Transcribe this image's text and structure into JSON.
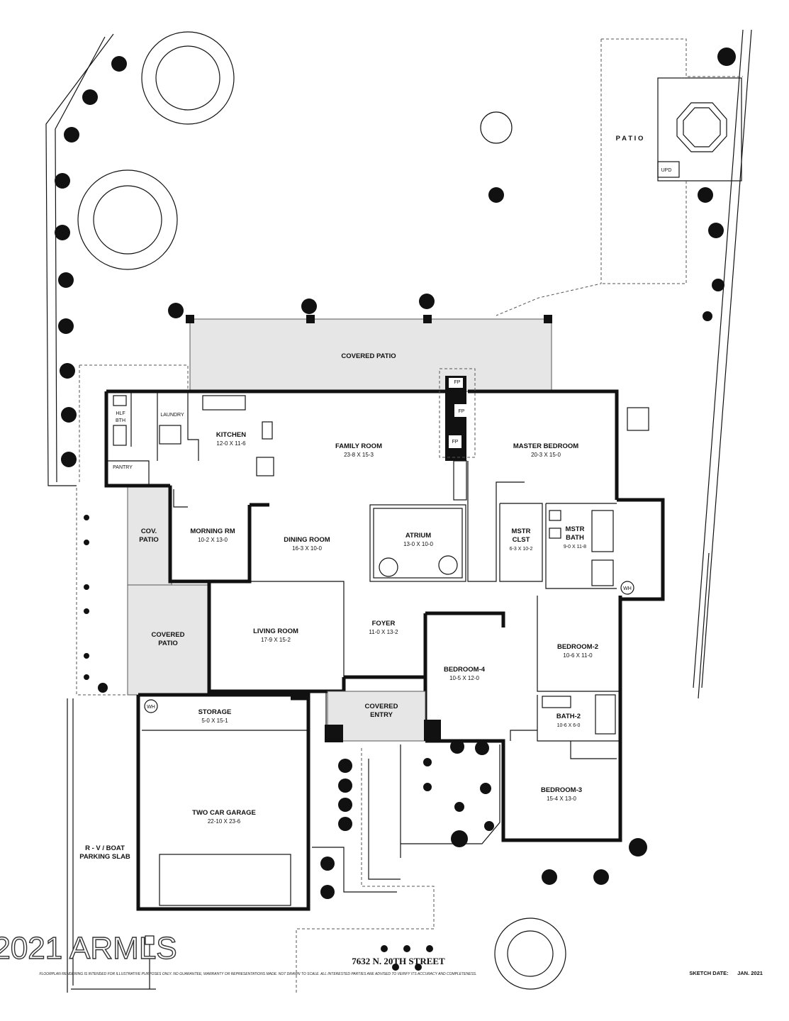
{
  "plan": {
    "rooms": {
      "covered_patio_top": {
        "name": "COVERED PATIO"
      },
      "patio": {
        "name": "P A T I O"
      },
      "upd": {
        "name": "UPD"
      },
      "family_room": {
        "name": "FAMILY ROOM",
        "dim": "23-8  X  15-3"
      },
      "kitchen": {
        "name": "KITCHEN",
        "dim": "12-0 X 11-6"
      },
      "master_bedroom": {
        "name": "MASTER BEDROOM",
        "dim": "20-3  X  15-0"
      },
      "hlf_bth": {
        "name": "HLF",
        "name2": "BTH"
      },
      "laundry": {
        "name": "LAUNDRY"
      },
      "pantry": {
        "name": "PANTRY"
      },
      "morning_rm": {
        "name": "MORNING RM",
        "dim": "10-2  X  13-0"
      },
      "dining_room": {
        "name": "DINING ROOM",
        "dim": "16-3  X  10-0"
      },
      "atrium": {
        "name": "ATRIUM",
        "dim": "13-0 X 10-0"
      },
      "mstr_clst": {
        "name": "MSTR",
        "name2": "CLST",
        "dim": "6-3 X 10-2"
      },
      "mstr_bath": {
        "name": "MSTR",
        "name2": "BATH",
        "dim": "9-0 X 11-8"
      },
      "cov_patio": {
        "name": "COV.",
        "name2": "PATIO"
      },
      "covered_patio_side": {
        "name": "COVERED",
        "name2": "PATIO"
      },
      "living_room": {
        "name": "LIVING ROOM",
        "dim": "17-9  X  15-2"
      },
      "foyer": {
        "name": "FOYER",
        "dim": "11-0 X 13-2"
      },
      "bedroom_4": {
        "name": "BEDROOM-4",
        "dim": "10-5  X  12-0"
      },
      "bedroom_2": {
        "name": "BEDROOM-2",
        "dim": "10-6  X  11-0"
      },
      "storage": {
        "name": "STORAGE",
        "dim": "5-0 X 15-1"
      },
      "covered_entry": {
        "name": "COVERED",
        "name2": "ENTRY"
      },
      "bath_2": {
        "name": "BATH-2",
        "dim": "10-6 X 6-0"
      },
      "bedroom_3": {
        "name": "BEDROOM-3",
        "dim": "15-4  X  13-0"
      },
      "garage": {
        "name": "TWO CAR GARAGE",
        "dim": "22-10  X  23-6"
      },
      "rv_slab": {
        "name": "R - V  /  BOAT",
        "name2": "PARKING SLAB"
      },
      "wh_1": {
        "name": "WH"
      },
      "wh_2": {
        "name": "WH"
      },
      "fp_1": {
        "name": "FP"
      },
      "fp_2": {
        "name": "FP"
      },
      "fp_3": {
        "name": "FP"
      }
    },
    "watermark": "2021 ARMLS",
    "address": "7632 N. 20TH STREET",
    "disclaimer": "FLOORPLAN RENDERING IS INTENDED FOR ILLUSTRATIVE PURPOSES ONLY.  NO GUARANTEE, WARRANTY OR REPRESENTATIONS MADE.  NOT DRAWN TO SCALE.  ALL INTERESTED PARTIES ARE ADVISED TO VERIFY ITS ACCURACY AND COMPLETENESS.",
    "sketch_date_label": "SKETCH DATE:",
    "sketch_date": "JAN. 2021"
  }
}
